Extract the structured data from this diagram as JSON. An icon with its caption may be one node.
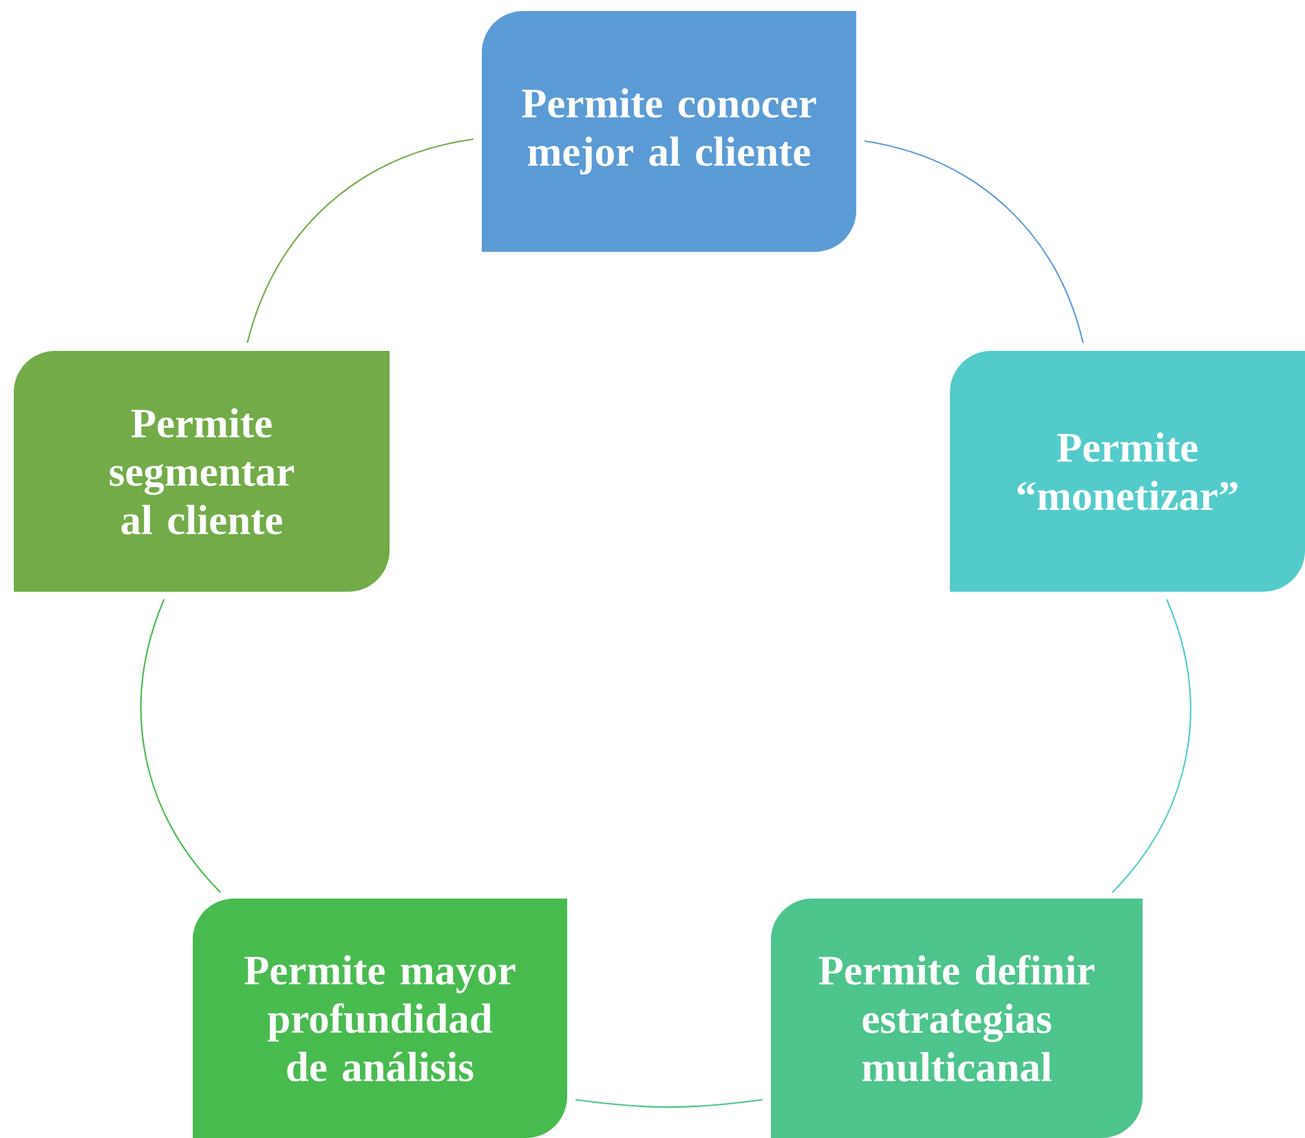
{
  "diagram": {
    "nodes": [
      {
        "text": [
          "Permite conocer mejor al cliente"
        ]
      },
      {
        "text": [
          "Permite “monetizar”"
        ]
      },
      {
        "text": [
          "Permite definir estrategias multicanal"
        ]
      },
      {
        "text": [
          "Permite mayor profundidad de análisis"
        ]
      },
      {
        "text": [
          "Permite segmentar al cliente"
        ]
      }
    ],
    "edges": [
      {
        "from": 0,
        "to": 1,
        "arrow": "none",
        "color": "#5b9bd5"
      },
      {
        "from": 1,
        "to": 2,
        "arrow": "none",
        "color": "#53cbcb"
      },
      {
        "from": 2,
        "to": 3,
        "arrow": "none",
        "color": "#4dc48c"
      },
      {
        "from": 3,
        "to": 4,
        "arrow": "none",
        "color": "#48bb4f"
      },
      {
        "from": 4,
        "to": 0,
        "arrow": "none",
        "color": "#72ab47"
      }
    ]
  }
}
